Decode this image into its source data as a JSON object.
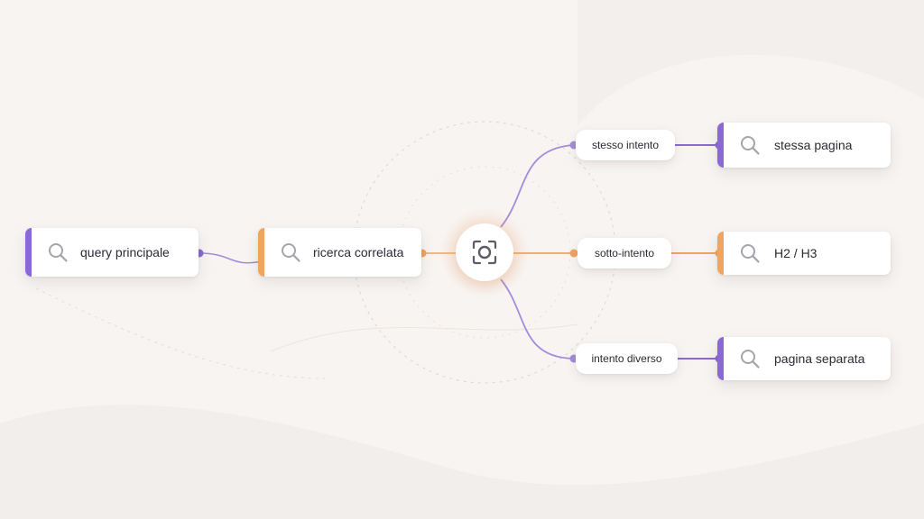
{
  "diagram": {
    "root": {
      "label": "query principale",
      "icon": "search-icon"
    },
    "related": {
      "label": "ricerca correlata",
      "icon": "search-icon"
    },
    "hub": {
      "icon": "focus-target-icon"
    },
    "branches": [
      {
        "condition": "stesso intento",
        "result": "stessa pagina",
        "icon": "search-icon"
      },
      {
        "condition": "sotto-intento",
        "result": "H2 / H3",
        "icon": "search-icon"
      },
      {
        "condition": "intento diverso",
        "result": "pagina separata",
        "icon": "search-icon"
      }
    ]
  },
  "colors": {
    "background": "#f7f4f2",
    "purple": "#8a68d6",
    "orange": "#f0a45e",
    "text": "#2b2a33",
    "icon_gray": "#a7a3ad"
  }
}
